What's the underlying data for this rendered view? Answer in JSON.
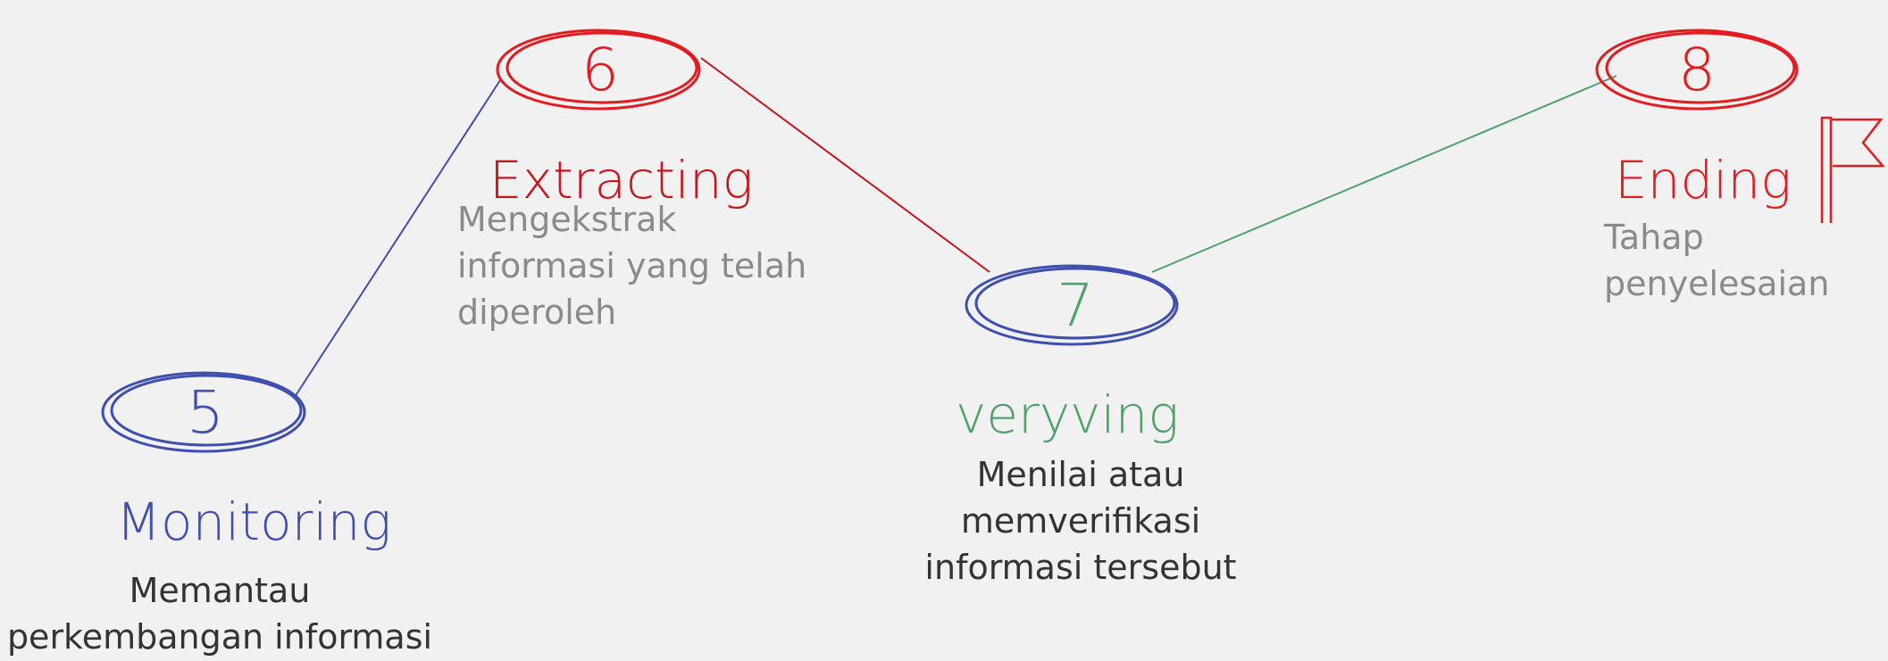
{
  "steps": [
    {
      "number": "5",
      "title": "Monitoring",
      "description": [
        "Memantau",
        "perkembangan informasi"
      ]
    },
    {
      "number": "6",
      "title": "Extracting",
      "description": [
        "Mengekstrak",
        "informasi yang telah",
        "diperoleh"
      ]
    },
    {
      "number": "7",
      "title": "veryving",
      "description": [
        "Menilai atau",
        "memverifikasi",
        "informasi tersebut"
      ]
    },
    {
      "number": "8",
      "title": "Ending",
      "description": [
        "Tahap",
        "penyelesaian"
      ]
    }
  ],
  "colors": {
    "background": "#f1f1f1",
    "blue": "#3f4fae",
    "red": "#e21d22",
    "dark_red": "#c4161c",
    "green": "#4ea26a",
    "desc_dark": "#333333",
    "desc_grey": "#8a8a8a"
  },
  "icons": [
    "flag-icon"
  ]
}
